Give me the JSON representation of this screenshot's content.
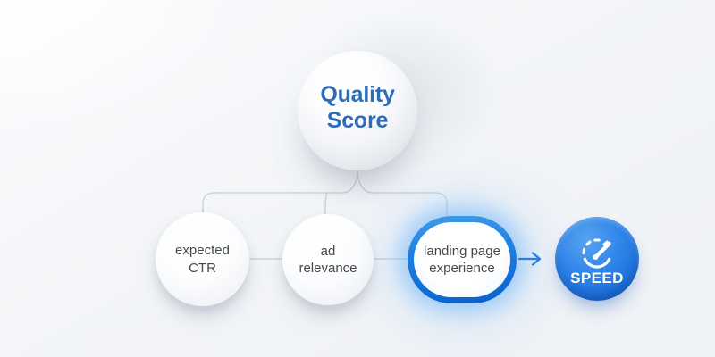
{
  "diagram": {
    "root": {
      "id": "quality-score",
      "lines": [
        "Quality",
        "Score"
      ]
    },
    "children": [
      {
        "id": "expected-ctr",
        "lines": [
          "expected",
          "CTR"
        ],
        "highlighted": false
      },
      {
        "id": "ad-relevance",
        "lines": [
          "ad",
          "relevance"
        ],
        "highlighted": false
      },
      {
        "id": "landing-page-experience",
        "lines": [
          "landing page",
          "experience"
        ],
        "highlighted": true
      }
    ],
    "result_node": {
      "id": "speed",
      "label": "SPEED",
      "icon": "speedometer-icon"
    },
    "arrow": {
      "direction": "right"
    }
  },
  "colors": {
    "background": "#f3f5f8",
    "root_text_blue": "#2d6cb7",
    "node_text_gray": "#45494f",
    "connector_gray": "#c6ccd4",
    "highlight_border_blue": "#1b7ce2",
    "highlight_glow_blue": "#8cc2f8",
    "speed_node_blue": "#2278dd",
    "speed_text_white": "#ffffff",
    "arrow_blue": "#2a7ce1"
  }
}
